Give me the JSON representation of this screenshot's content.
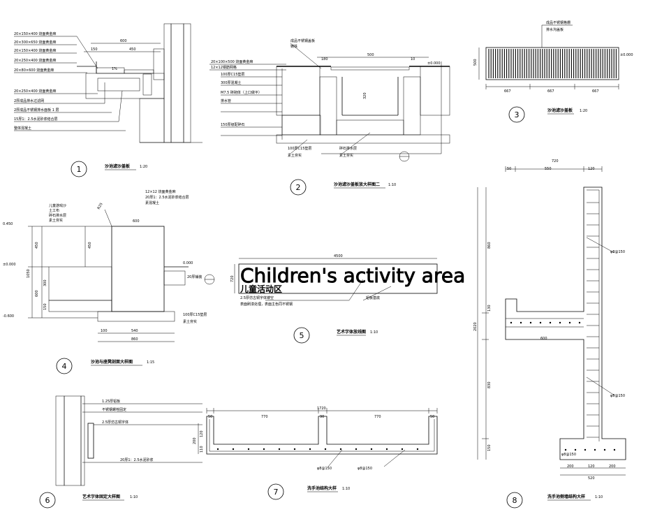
{
  "details": [
    {
      "number": "1",
      "title": "沙池滤沙盖板",
      "scale": "1:20",
      "notes": [
        "20×150×400 烧面黄金麻",
        "20×300×650 烧面黄金麻",
        "20×150×400 烧面黄金麻",
        "20×250×400 烧面黄金麻",
        "20×80×600 烧面黄金麻",
        "20×250×400 烧面黄金麻",
        "2厚成品排水过滤网",
        "2厚成品不锈钢排水面板 1 层",
        "15厚1：2.5水泥砂浆结合层",
        "整体混凝土"
      ],
      "dims": [
        "600",
        "150",
        "450",
        "1%"
      ]
    },
    {
      "number": "2",
      "title": "沙池滤沙盖板放大样图二",
      "scale": "1:10",
      "notes": [
        "成品不锈钢盖板",
        "铸铁",
        "20×100×500 烧面黄金麻",
        "12×12钢筋网格",
        "100厚C15垫层",
        "300厚混凝土",
        "M7.5 砖砌体（上口做平）",
        "排水管",
        "150厚级配碎石",
        "100厚C15垫层",
        "素土夯实",
        "碎石排水层",
        "素土夯实"
      ],
      "dims": [
        "500",
        "180",
        "10",
        "320",
        "±0.000"
      ]
    },
    {
      "number": "3",
      "title": "沙池滤沙盖板",
      "scale": "1:20",
      "notes": [
        "成品不锈钢格栅",
        "排水沟盖板"
      ],
      "dims": [
        "667",
        "667",
        "667",
        "500",
        "±0.000"
      ]
    },
    {
      "number": "4",
      "title": "沙池与座凳剖面大样图",
      "scale": "1:15",
      "notes": [
        "12×12 烧面黄金麻",
        "20厚1：2.5水泥砂浆结合层",
        "素混凝土",
        "儿童游戏沙",
        "土工布",
        "碎石排水层",
        "素土夯实",
        "20厚铺装",
        "100厚C15垫层",
        "素土夯实"
      ],
      "dims": [
        "0.450",
        "±0.000",
        "-0.600",
        "450",
        "1050",
        "600",
        "450",
        "300",
        "150",
        "600",
        "100",
        "540",
        "860",
        "0.000",
        "R25"
      ]
    },
    {
      "number": "5",
      "title": "艺术字体放线图",
      "scale": "1:10",
      "banner_en": "Children's activity area",
      "banner_cn": "儿童活动区",
      "notes": [
        "2.5厚仿古铜字体镂空",
        "表面刷漆处理，表面主色同不锈钢",
        "铝板基底"
      ],
      "dims": [
        "4500",
        "720"
      ]
    },
    {
      "number": "6",
      "title": "艺术字体固定大样图",
      "scale": "1:10",
      "notes": [
        "1.25厚铝板",
        "不锈钢螺栓固定",
        "2.5厚仿古铜字体",
        "20厚1：2.5水泥砂浆"
      ]
    },
    {
      "number": "7",
      "title": "洗手池结构大样",
      "scale": "1:10",
      "dims": [
        "1720",
        "50",
        "770",
        "90",
        "770",
        "50",
        "200",
        "120",
        "110"
      ],
      "rebar": [
        "φ8@150",
        "φ8@150"
      ]
    },
    {
      "number": "8",
      "title": "洗手池侧墙结构大样",
      "scale": "1:10",
      "dims": [
        "720",
        "50",
        "550",
        "120",
        "860",
        "130",
        "600",
        "830",
        "150",
        "2020",
        "200",
        "120",
        "200",
        "520"
      ],
      "rebar": [
        "φ8@150",
        "φ8@150",
        "φ8@150"
      ]
    }
  ]
}
